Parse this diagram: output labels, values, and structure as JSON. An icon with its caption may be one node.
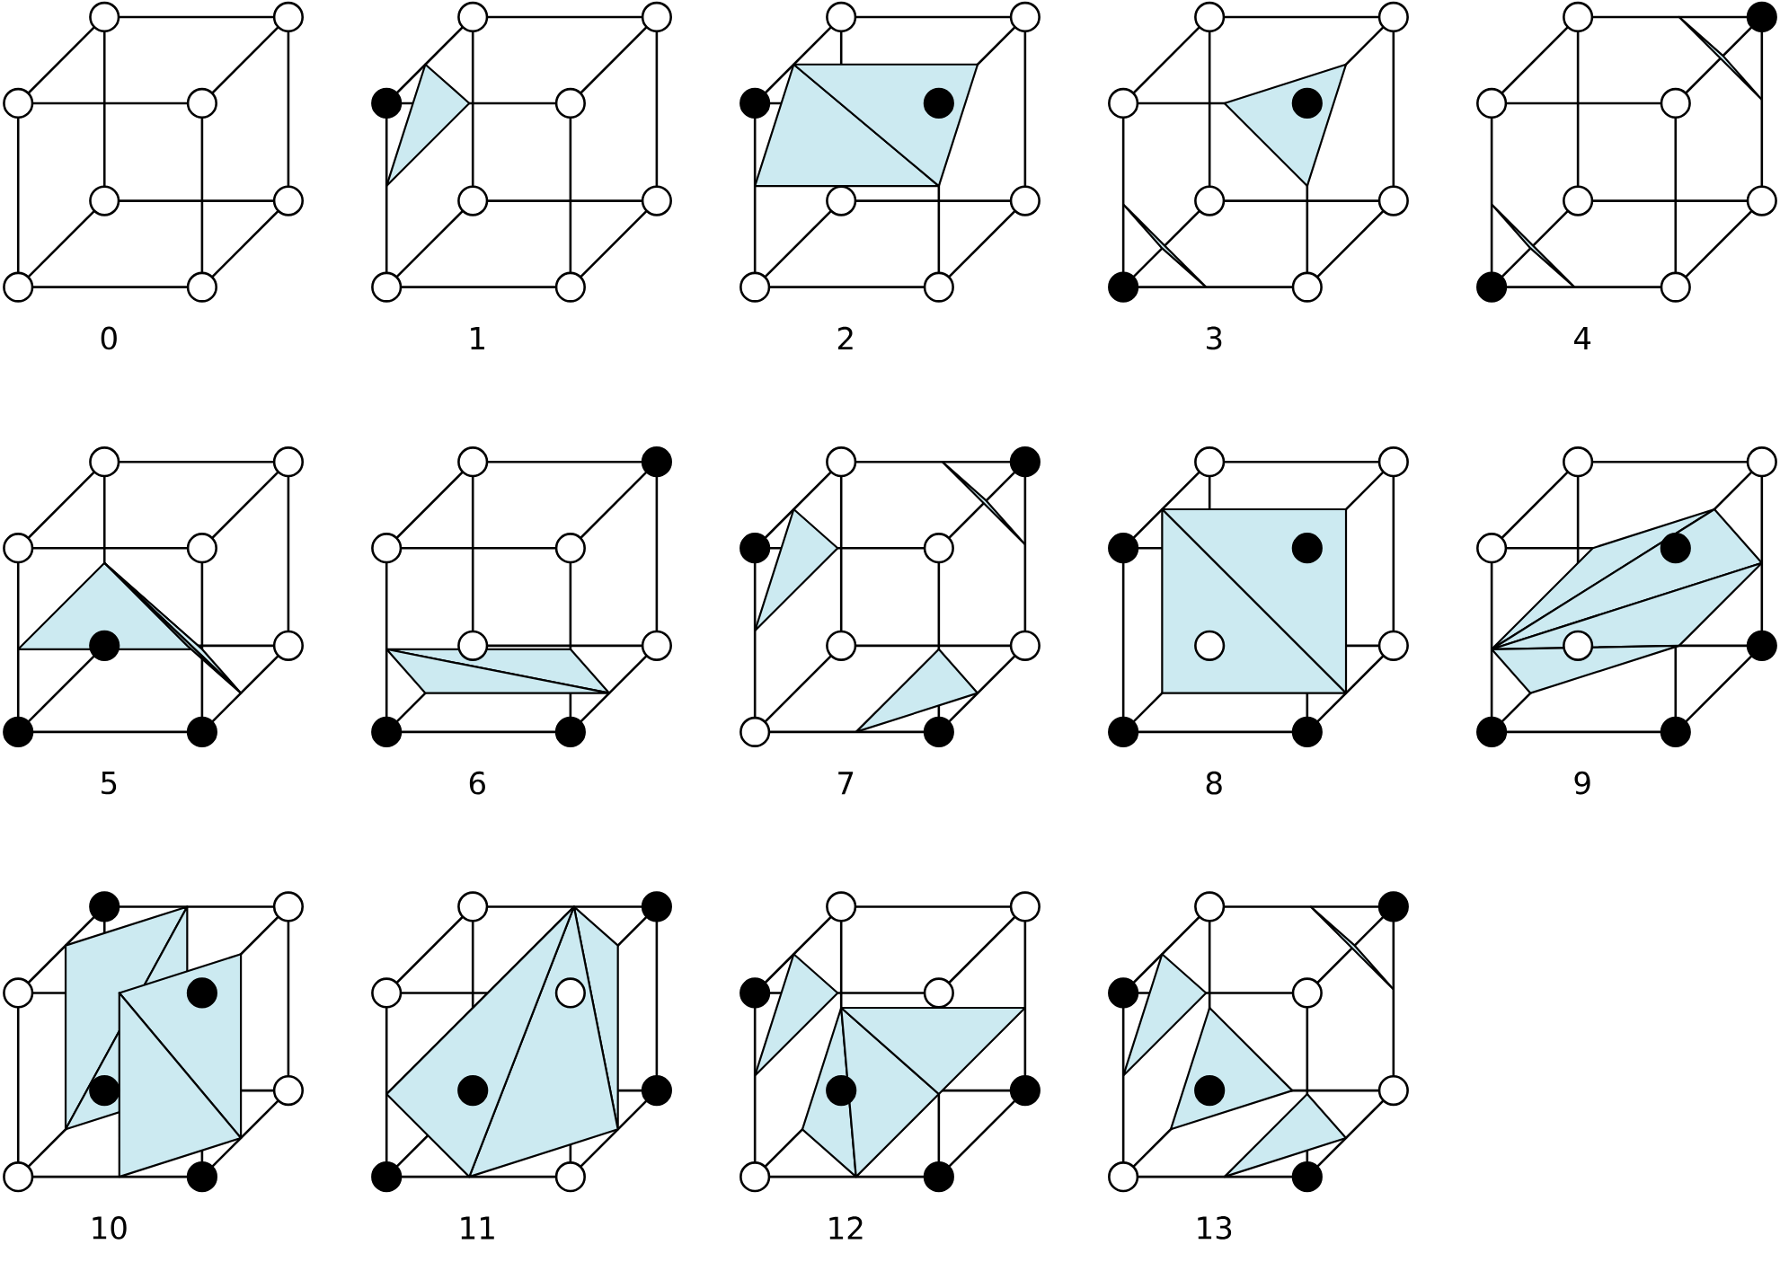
{
  "diagram": {
    "labels": [
      "0",
      "1",
      "2",
      "3",
      "4",
      "5",
      "6",
      "7",
      "8",
      "9",
      "10",
      "11",
      "12",
      "13"
    ]
  }
}
